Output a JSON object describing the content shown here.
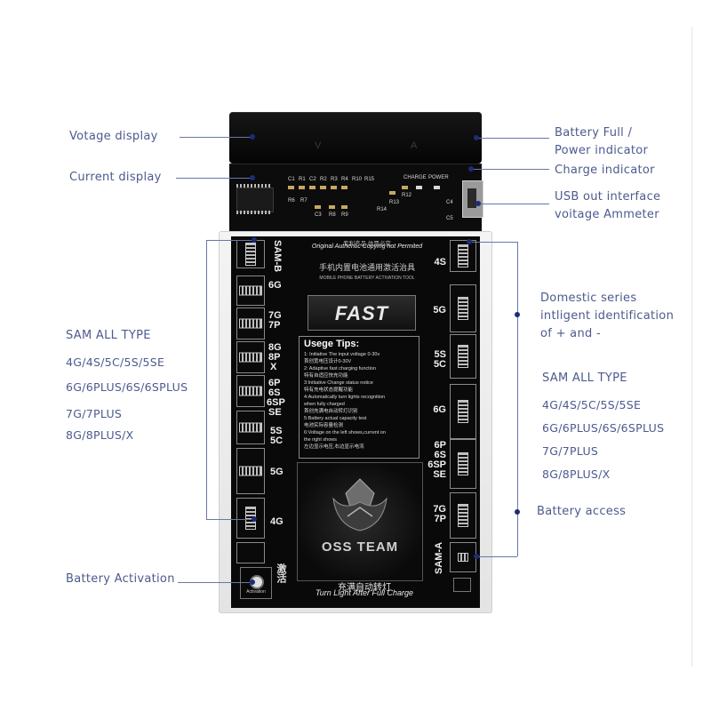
{
  "callouts": {
    "voltage_display": "Votage display",
    "current_display": "Current display",
    "battery_full": [
      "Battery Full /",
      "Power indicator"
    ],
    "charge_indicator": "Charge indicator",
    "usb_out": [
      "USB out interface",
      "voitage Ammeter"
    ],
    "sam_all_left": "SAM ALL TYPE",
    "models_left": [
      "4G/4S/5C/5S/5SE",
      "6G/6PLUS/6S/6SPLUS",
      "7G/7PLUS",
      "8G/8PLUS/X"
    ],
    "battery_activation": "Battery Activation",
    "domestic": [
      "Domestic series",
      "intligent identification",
      "of + and -"
    ],
    "sam_all_right": "SAM ALL TYPE",
    "models_right": [
      "4G/4S/5C/5S/5SE",
      "6G/6PLUS/6S/6SPLUS",
      "7G/7PLUS",
      "8G/8PLUS/X"
    ],
    "battery_access": "Battery access"
  },
  "device": {
    "display_v": "V",
    "display_a": "A",
    "pcb_labels": [
      "C1",
      "R1",
      "C2",
      "R2",
      "R3",
      "R4",
      "R10",
      "R15",
      "R6",
      "R7",
      "C3",
      "R8",
      "R9",
      "R14",
      "R13",
      "R12",
      "C4",
      "C5"
    ],
    "charge_label": "CHARGE",
    "power_label": "POWER",
    "original_text": "Original Authentic Copying not Permited",
    "cn_top": "专利产品 仿冒必究",
    "cn_title": "手机内置电池通用激活治具",
    "en_title": "MOBILE PHONE BATTERY ACTIVATION TOOL",
    "fast": "FAST",
    "tips_title": "Usege Tips:",
    "tips_lines": [
      "1: Initiative The input voltage 0-30v",
      "首创宽电压设计0-30V",
      "2: Adaptive fast charging function",
      "特有自适应快充功能",
      "3:Initiative Change status notice",
      "特有充电状态提醒功能",
      "4:Automatically turn lights recognition",
      "when fully charged",
      "首创充满电自动转灯识别",
      "5:Battery actual capacity test",
      "电池实际容量检测",
      "6:Voltage on the left shows,current on",
      "the right shows",
      "左边显示电压,右边显示电流"
    ],
    "logo_text": "OSS TEAM",
    "bottom_cn": "充满自动转灯",
    "bottom_en": "Turn Light After Full Charge",
    "activation_label": "Activation",
    "activation_cn": "激活",
    "left_slots": {
      "sam_b": "SAM-B",
      "s6g": "6G",
      "s7g": "7G",
      "s7p": "7P",
      "s8g": "8G",
      "s8p": "8P",
      "sx": "X",
      "s6p": "6P",
      "s6s": "6S",
      "s6sp": "6SP",
      "sse": "SE",
      "s5s": "5S",
      "s5c": "5C",
      "s5g": "5G",
      "s4g": "4G"
    },
    "right_slots": {
      "s4s": "4S",
      "s5g": "5G",
      "s5s": "5S",
      "s5c": "5C",
      "s6g": "6G",
      "s6p": "6P",
      "s6s": "6S",
      "s6sp": "6SP",
      "sse": "SE",
      "s7g": "7G",
      "s7p": "7P",
      "sam_a": "SAM-A"
    }
  }
}
